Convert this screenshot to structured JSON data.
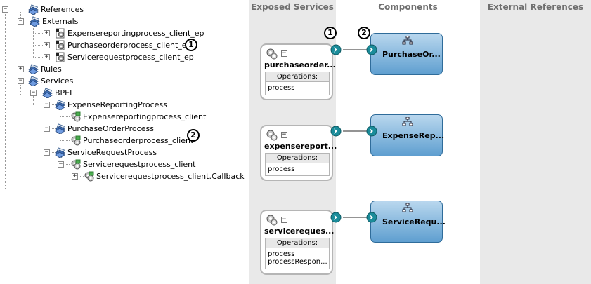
{
  "tree": {
    "nodes": [
      {
        "label": "References"
      },
      {
        "label": "Externals"
      },
      {
        "label": "Expensereportingprocess_client_ep"
      },
      {
        "label": "Purchaseorderprocess_client_ep"
      },
      {
        "label": "Servicerequestprocess_client_ep"
      },
      {
        "label": "Rules"
      },
      {
        "label": "Services"
      },
      {
        "label": "BPEL"
      },
      {
        "label": "ExpenseReportingProcess"
      },
      {
        "label": "Expensereportingprocess_client"
      },
      {
        "label": "PurchaseOrderProcess"
      },
      {
        "label": "Purchaseorderprocess_client"
      },
      {
        "label": "ServiceRequestProcess"
      },
      {
        "label": "Servicerequestprocess_client"
      },
      {
        "label": "Servicerequestprocess_client.Callback"
      }
    ],
    "expanded_mark": "−",
    "collapsed_mark": "+"
  },
  "callouts": {
    "one": "1",
    "two": "2"
  },
  "editor": {
    "headers": {
      "exposed": "Exposed Services",
      "components": "Components",
      "external": "External References"
    },
    "services": [
      {
        "name": "purchaseorder...",
        "ops_header": "Operations:",
        "ops": [
          "process"
        ]
      },
      {
        "name": "expensereport...",
        "ops_header": "Operations:",
        "ops": [
          "process"
        ]
      },
      {
        "name": "servicereques...",
        "ops_header": "Operations:",
        "ops": [
          "process",
          "processRespon..."
        ]
      }
    ],
    "components": [
      {
        "name": "PurchaseOr..."
      },
      {
        "name": "ExpenseRep..."
      },
      {
        "name": "ServiceRequ..."
      }
    ]
  },
  "colors": {
    "component_fill_top": "#b9d7ee",
    "component_fill_bottom": "#5f9fd0",
    "component_border": "#2f6c9a",
    "swimlane_bg": "#e9e9e9",
    "wire_port": "#1a8c9a"
  }
}
